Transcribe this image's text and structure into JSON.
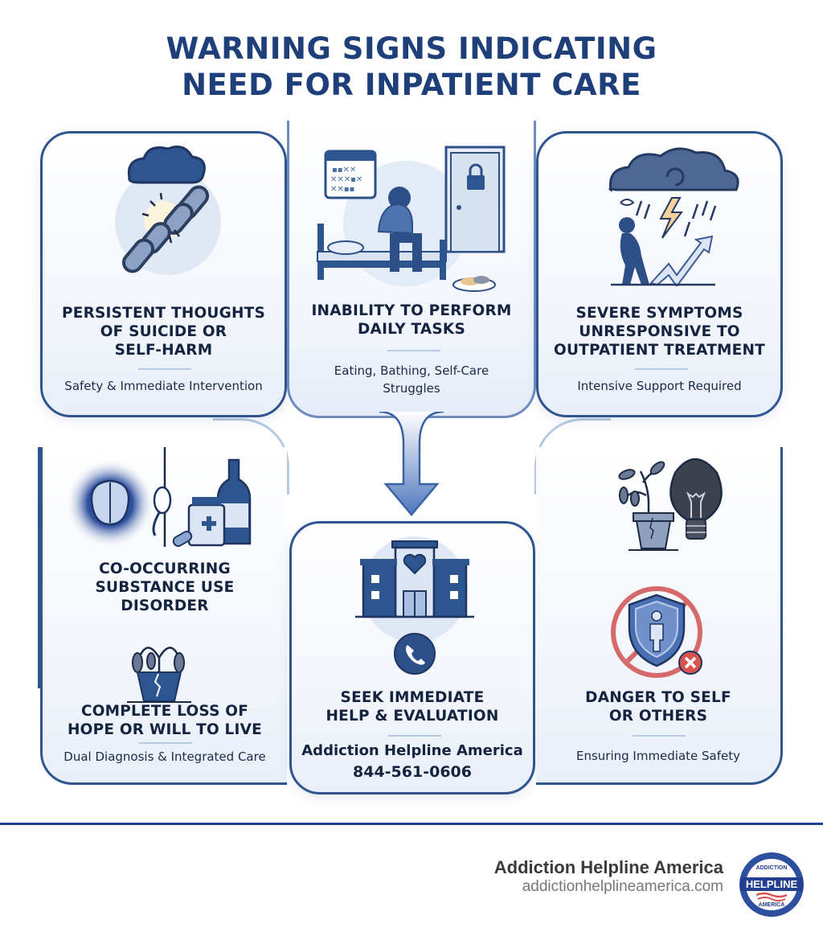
{
  "title": {
    "line1": "WARNING SIGNS INDICATING",
    "line2": "NEED FOR INPATIENT CARE"
  },
  "colors": {
    "primary": "#1f3f7a",
    "border": "#2f5591",
    "accent_light": "#dfe8f4",
    "danger": "#d9534f",
    "footer_rule": "#233f8f"
  },
  "cards": {
    "suicide": {
      "icon": "broken-chain-icon",
      "title_lines": [
        "PERSISTENT THOUGHTS",
        "OF SUICIDE OR",
        "SELF-HARM"
      ],
      "subtitle": "Safety & Immediate Intervention"
    },
    "daily_tasks": {
      "icon": "person-on-bed-icon",
      "title_lines": [
        "INABILITY TO PERFORM",
        "DAILY TASKS"
      ],
      "subtitle_lines": [
        "Eating, Bathing, Self-Care",
        "Struggles"
      ]
    },
    "severe_symptoms": {
      "icon": "storm-cloud-person-icon",
      "title_lines": [
        "SEVERE SYMPTOMS",
        "UNRESPONSIVE TO",
        "OUTPATIENT TREATMENT"
      ],
      "subtitle": "Intensive Support Required"
    },
    "substance": {
      "icon": "brain-rope-bottle-icon",
      "title_lines": [
        "CO-OCCURRING",
        "SUBSTANCE USE",
        "DISORDER"
      ],
      "icon2": "wilted-plant-icon",
      "title2_lines": [
        "COMPLETE LOSS OF",
        "HOPE OR WILL TO LIVE"
      ],
      "subtitle": "Dual Diagnosis & Integrated Care"
    },
    "seek_help": {
      "icon": "hospital-icon",
      "icon2": "phone-icon",
      "title_lines": [
        "SEEK IMMEDIATE",
        "HELP & EVALUATION"
      ],
      "org": "Addiction Helpline America",
      "phone": "844-561-0606"
    },
    "danger": {
      "icon": "plant-lightbulb-icon",
      "icon2": "shield-prohibited-icon",
      "title_lines": [
        "DANGER TO SELF",
        "OR OTHERS"
      ],
      "subtitle": "Ensuring Immediate Safety"
    }
  },
  "footer": {
    "brand_name": "Addiction Helpline America",
    "brand_url": "addictionhelplineamerica.com",
    "logo": {
      "top_text": "ADDICTION",
      "middle_text": "HELPLINE",
      "bottom_text": "AMERICA"
    }
  }
}
